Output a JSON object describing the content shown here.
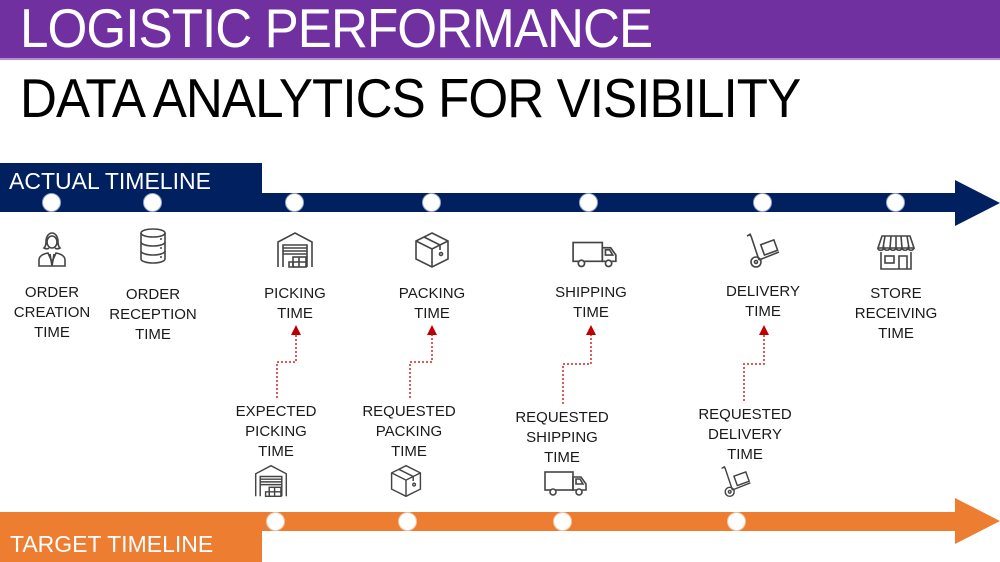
{
  "header": {
    "title": "LOGISTIC PERFORMANCE",
    "subtitle": "DATA ANALYTICS FOR VISIBILITY"
  },
  "colors": {
    "header_band": "#7030A0",
    "actual_timeline": "#002060",
    "target_timeline": "#ED7D31",
    "connector": "#C00000"
  },
  "actual_timeline": {
    "label": "ACTUAL TIMELINE",
    "milestones": [
      {
        "line1": "ORDER",
        "line2": "CREATION",
        "line3": "TIME",
        "icon": "person-icon"
      },
      {
        "line1": "ORDER",
        "line2": "RECEPTION",
        "line3": "TIME",
        "icon": "database-icon"
      },
      {
        "line1": "PICKING",
        "line2": "TIME",
        "icon": "warehouse-icon"
      },
      {
        "line1": "PACKING",
        "line2": "TIME",
        "icon": "box-icon"
      },
      {
        "line1": "SHIPPING",
        "line2": "TIME",
        "icon": "truck-icon"
      },
      {
        "line1": "DELIVERY",
        "line2": "TIME",
        "icon": "hand-truck-icon"
      },
      {
        "line1": "STORE",
        "line2": "RECEIVING",
        "line3": "TIME",
        "icon": "store-icon"
      }
    ]
  },
  "target_timeline": {
    "label": "TARGET TIMELINE",
    "milestones": [
      {
        "line1": "EXPECTED",
        "line2": "PICKING",
        "line3": "TIME",
        "icon": "warehouse-icon",
        "links_to": "PICKING TIME"
      },
      {
        "line1": "REQUESTED",
        "line2": "PACKING",
        "line3": "TIME",
        "icon": "box-icon",
        "links_to": "PACKING TIME"
      },
      {
        "line1": "REQUESTED",
        "line2": "SHIPPING",
        "line3": "TIME",
        "icon": "truck-icon",
        "links_to": "SHIPPING TIME"
      },
      {
        "line1": "REQUESTED",
        "line2": "DELIVERY",
        "line3": "TIME",
        "icon": "hand-truck-icon",
        "links_to": "DELIVERY TIME"
      }
    ]
  }
}
